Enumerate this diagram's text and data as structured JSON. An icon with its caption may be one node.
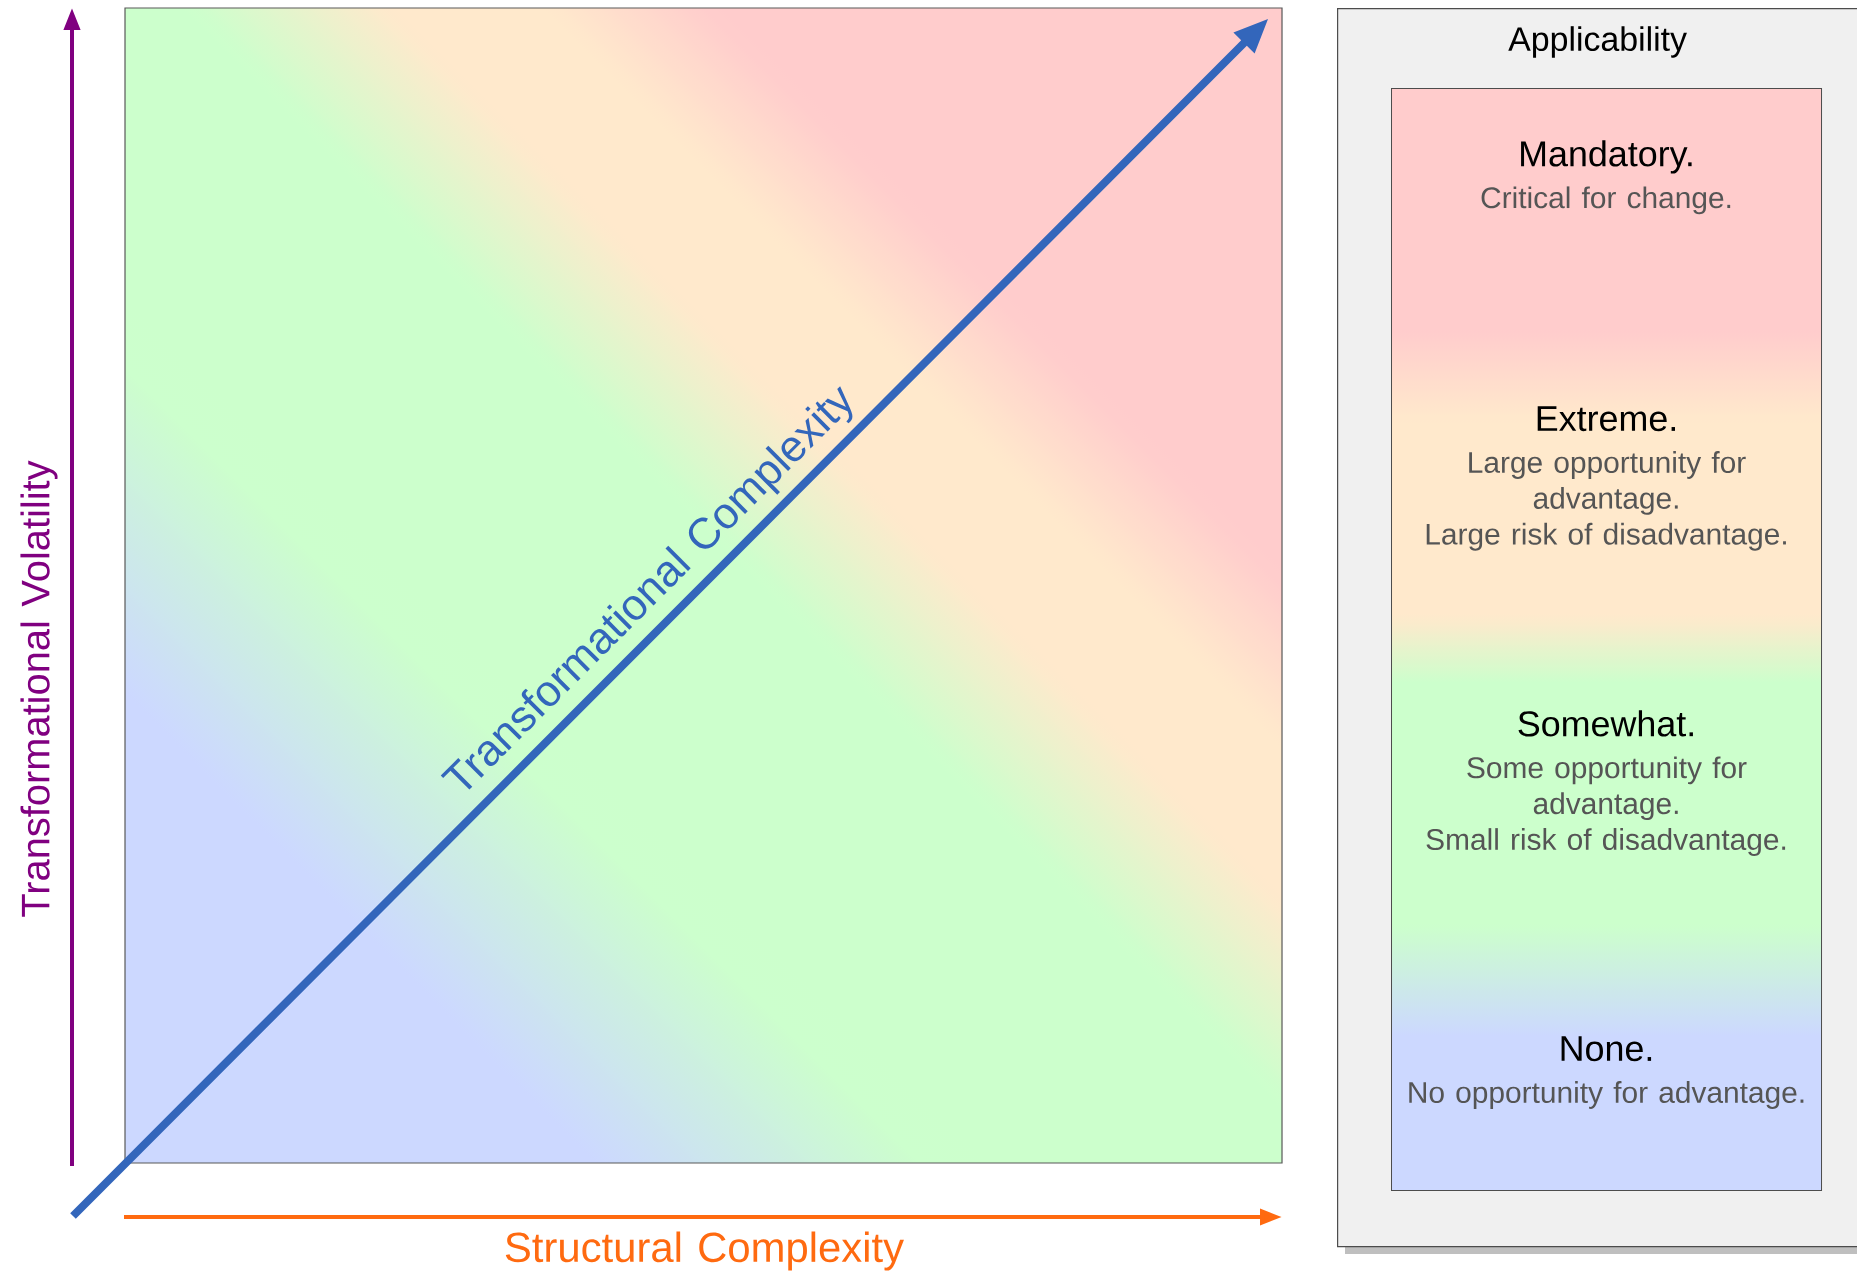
{
  "diagram": {
    "nodes": [
      {
        "text": [
          "Applicability"
        ]
      },
      {
        "text": [],
        "shape": "bar",
        "in": 0
      },
      {
        "text": [
          "Mandatory.",
          "Critical for change."
        ],
        "in": 1
      },
      {
        "text": [
          "Extreme.",
          "Large opportunity for advantage.",
          "Large risk of disadvantage."
        ],
        "in": 1
      },
      {
        "text": [
          "Somewhat.",
          "Some opportunity for advantage.",
          "Small risk of disadvantage."
        ],
        "in": 1
      },
      {
        "text": [
          "None.",
          "No opportunity for advantage."
        ],
        "in": 1
      }
    ],
    "labels": [
      "Transformational Volatility",
      "Transformational Complexity",
      "Structural Complexity"
    ]
  }
}
